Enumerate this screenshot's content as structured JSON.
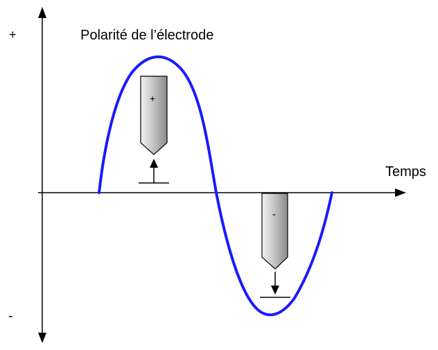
{
  "diagram": {
    "title": "Polarité de l’électrode",
    "y_axis": {
      "top_label": "+",
      "bottom_label": "-"
    },
    "x_axis": {
      "label": "Temps"
    },
    "electrodes": [
      {
        "sign": "+",
        "arrow_direction": "up"
      },
      {
        "sign": "-",
        "arrow_direction": "down"
      }
    ],
    "colors": {
      "wave": "#1a1aff",
      "axes": "#000000",
      "electrode_fill_light": "#f2f2f2",
      "electrode_fill_dark": "#8a8a8a"
    }
  }
}
